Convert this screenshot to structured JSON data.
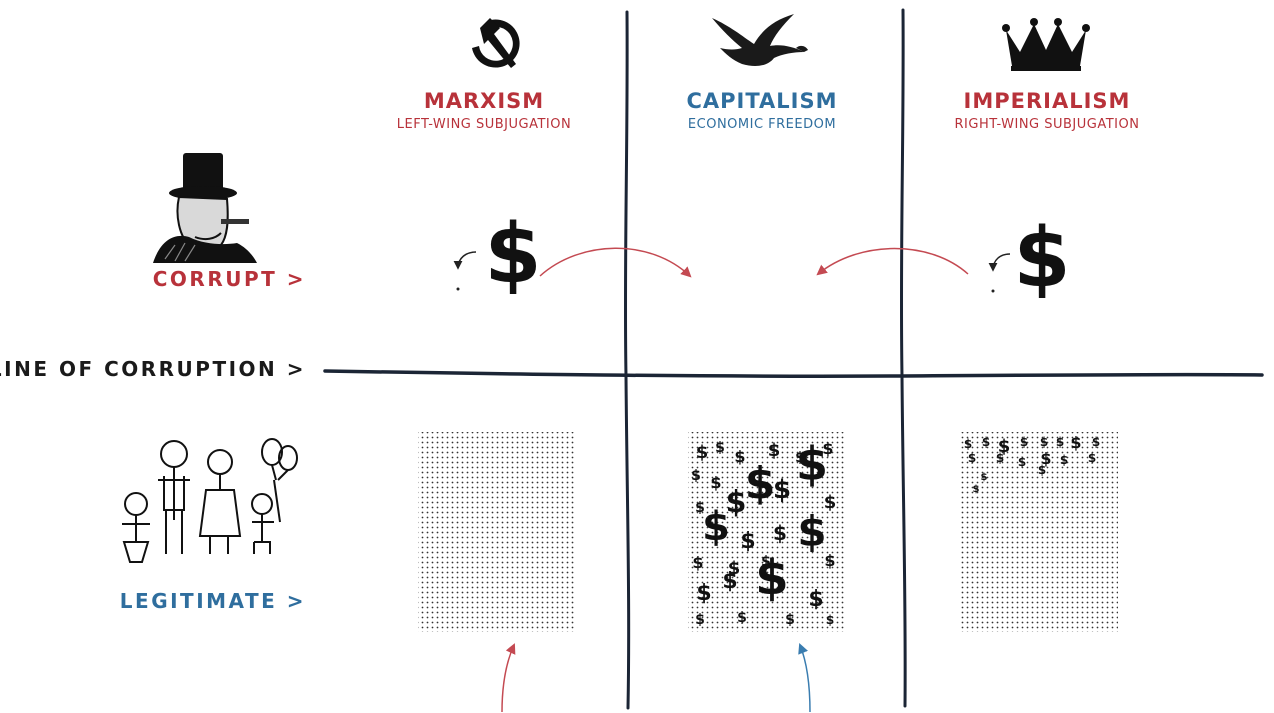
{
  "columns": [
    {
      "title": "MARXISM",
      "subtitle": "LEFT-WING SUBJUGATION",
      "icon": "hammer-sickle-icon",
      "color": "#b8323a"
    },
    {
      "title": "CAPITALISM",
      "subtitle": "ECONOMIC FREEDOM",
      "icon": "eagle-icon",
      "color": "#2f6e9e"
    },
    {
      "title": "IMPERIALISM",
      "subtitle": "RIGHT-WING SUBJUGATION",
      "icon": "crown-icon",
      "color": "#b8323a"
    }
  ],
  "rows": {
    "corrupt": {
      "label": "CORRUPT >",
      "icon": "tycoon-top-hat-icon",
      "color": "#b8323a"
    },
    "legitimate": {
      "label": "LEGITIMATE >",
      "icon": "family-icon",
      "color": "#2f6e9e"
    }
  },
  "divider": {
    "label": "LINE OF CORRUPTION >",
    "color": "#1a1a1a"
  },
  "colors": {
    "red": "#b8323a",
    "blue": "#2f6e9e",
    "ink": "#1b2535"
  },
  "symbols": {
    "dollar": "$"
  }
}
